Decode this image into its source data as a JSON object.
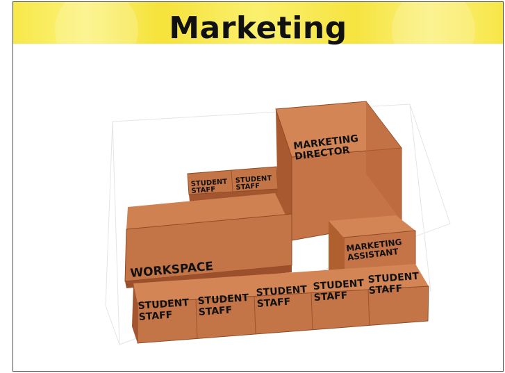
{
  "slide": {
    "title": "Marketing"
  },
  "floor_plan": {
    "accent_color": "#c9774a",
    "rooms": {
      "marketing_director": [
        "MARKETING",
        "DIRECTOR"
      ],
      "marketing_assistant": [
        "MARKETING",
        "ASSISTANT"
      ],
      "workspace": [
        "WORKSPACE"
      ],
      "student_staff_back_1": [
        "STUDENT",
        "STAFF"
      ],
      "student_staff_back_2": [
        "STUDENT",
        "STAFF"
      ],
      "student_staff_front_1": [
        "STUDENT",
        "STAFF"
      ],
      "student_staff_front_2": [
        "STUDENT",
        "STAFF"
      ],
      "student_staff_front_3": [
        "STUDENT",
        "STAFF"
      ],
      "student_staff_front_4": [
        "STUDENT",
        "STAFF"
      ],
      "student_staff_front_5": [
        "STUDENT",
        "STAFF"
      ]
    }
  }
}
